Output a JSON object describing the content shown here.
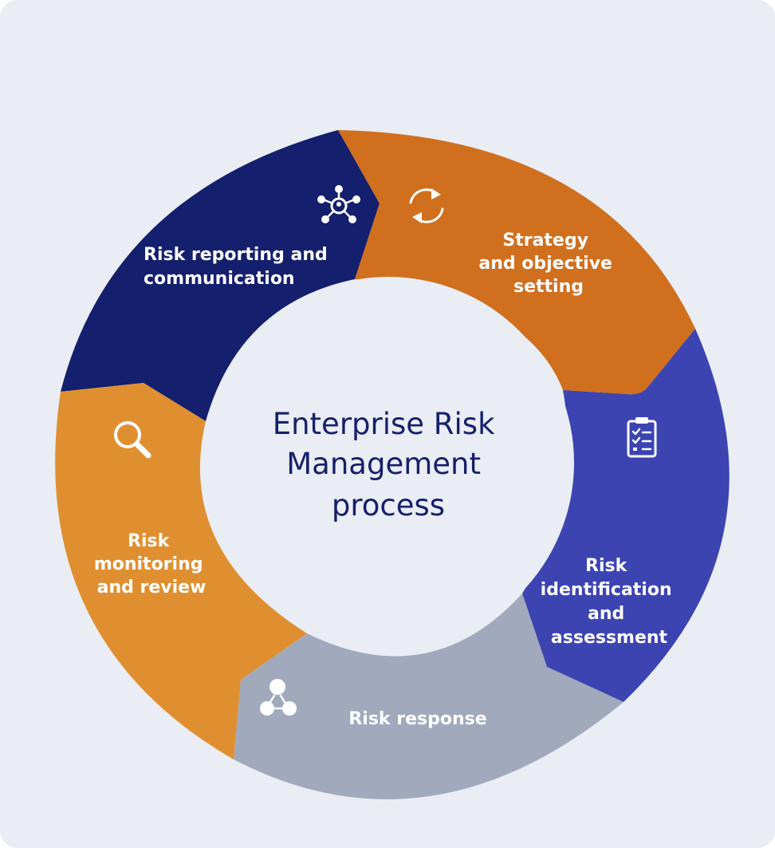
{
  "diagram": {
    "center_title_lines": [
      "Enterprise Risk",
      "Management",
      "process"
    ],
    "segments": [
      {
        "id": "strategy",
        "label_lines": [
          "Strategy",
          "and objective",
          "setting"
        ],
        "color": "#d06f1e",
        "icon": "refresh-cycle-icon"
      },
      {
        "id": "identification",
        "label_lines": [
          "Risk",
          "identification",
          "and",
          "assessment"
        ],
        "color": "#3c44b1",
        "icon": "clipboard-checklist-icon"
      },
      {
        "id": "response",
        "label_lines": [
          "Risk response"
        ],
        "color": "#a1a9bd",
        "icon": "people-network-icon"
      },
      {
        "id": "monitoring",
        "label_lines": [
          "Risk",
          "monitoring",
          "and review"
        ],
        "color": "#e08f30",
        "icon": "magnifier-icon"
      },
      {
        "id": "reporting",
        "label_lines": [
          "Risk reporting and",
          "communication"
        ],
        "color": "#141f6d",
        "icon": "hub-network-icon"
      }
    ],
    "background_color": "#eaedf3",
    "center_fill": "#eaedf3",
    "center_text_color": "#16206b"
  }
}
